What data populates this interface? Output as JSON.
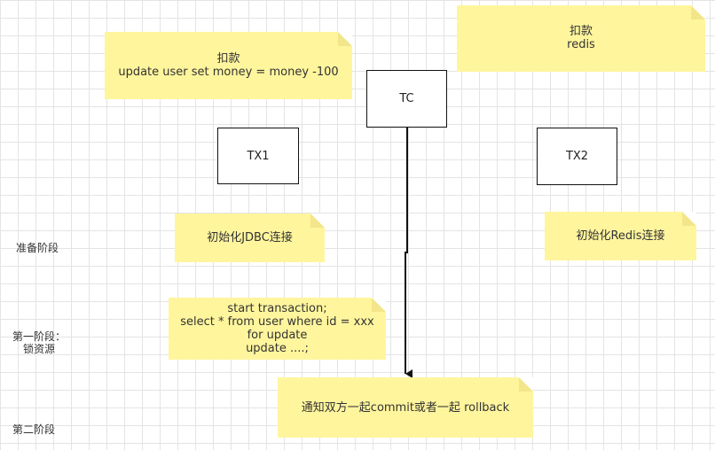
{
  "notes": {
    "deduct_db": {
      "line1": "扣款",
      "line2": "update user set money = money -100"
    },
    "deduct_redis": {
      "line1": "扣款",
      "line2": "redis"
    },
    "init_jdbc": {
      "text": "初始化JDBC连接"
    },
    "init_redis": {
      "text": "初始化Redis连接"
    },
    "sql": {
      "line1": "start transaction;",
      "line2": "select * from user where id = xxx",
      "line3": "for update",
      "line4": "update ....;"
    },
    "notify": {
      "text": "通知双方一起commit或者一起 rollback"
    }
  },
  "boxes": {
    "tc": "TC",
    "tx1": "TX1",
    "tx2": "TX2"
  },
  "phases": {
    "prepare": "准备阶段",
    "phase1_line1": "第一阶段：",
    "phase1_line2": "锁资源",
    "phase2": "第二阶段"
  },
  "colors": {
    "note": "#fff59d",
    "stroke": "#111111"
  }
}
